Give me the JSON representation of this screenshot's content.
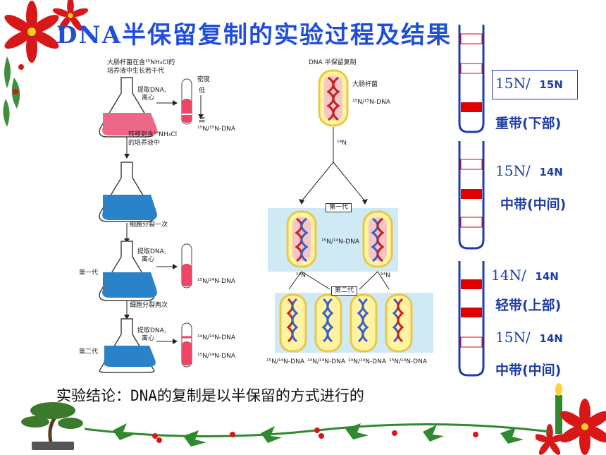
{
  "title": "DNA半保留复制的实验过程及结果",
  "left_diagram": {
    "top_note_line1": "大肠杆菌在含¹⁵NH₄Cl的",
    "top_note_line2": "培养液中生长若干代",
    "extract1": "提取DNA,",
    "extract1b": "离心",
    "density_label1": "密度",
    "density_low": "低",
    "density_high": "高",
    "band1": "¹⁵N/¹⁵N-DNA",
    "transfer_line1": "转移到含¹⁴NH₄Cl",
    "transfer_line2": "的培养液中",
    "divide_once": "细胞分裂一次",
    "gen1": "第一代",
    "extract2": "提取DNA,",
    "extract2b": "离心",
    "band2": "¹⁵N/¹⁴N-DNA",
    "divide_twice": "细胞分裂两次",
    "gen2": "第二代",
    "extract3": "提取DNA,",
    "extract3b": "离心",
    "band3a": "¹⁴N/¹⁴N-DNA",
    "band3b": "¹⁵N/¹⁴N-DNA"
  },
  "middle_diagram": {
    "heading": "DNA 半保留复制",
    "ecoli": "大肠杆菌",
    "parent_dna": "¹⁵N/¹⁵N-DNA",
    "n14_a": "¹⁴N",
    "gen1": "第一代",
    "hybrid": "¹⁵N/¹⁴N-DNA",
    "n14_b": "¹⁴N",
    "n14_c": "¹⁴N",
    "gen2": "第二代",
    "bottom_labels": [
      "¹⁵N/¹⁴N-DNA",
      "¹⁴N/¹⁴N-DNA",
      "¹⁴N/¹⁴N-DNA",
      "¹⁵N/¹⁴N-DNA"
    ]
  },
  "right_panel": {
    "tube1": {
      "iso_a": "15N/",
      "iso_b": "15N",
      "label": "重带(下部)"
    },
    "tube2": {
      "iso_a": "15N/",
      "iso_b": "14N",
      "label": "中带(中间)"
    },
    "tube3": {
      "iso_a1": "14N/",
      "iso_b1": "14N",
      "label1": "轻带(上部)",
      "iso_a2": "15N/",
      "iso_b2": "14N",
      "label2": "中带(中间)"
    }
  },
  "conclusion": "实验结论：DNA的复制是以半保留的方式进行的",
  "colors": {
    "title": "#1f4fd8",
    "tube_outline": "#1f3da8",
    "band": "#e00000",
    "holly_green": "#2f8a2f",
    "berry": "#d81818"
  }
}
